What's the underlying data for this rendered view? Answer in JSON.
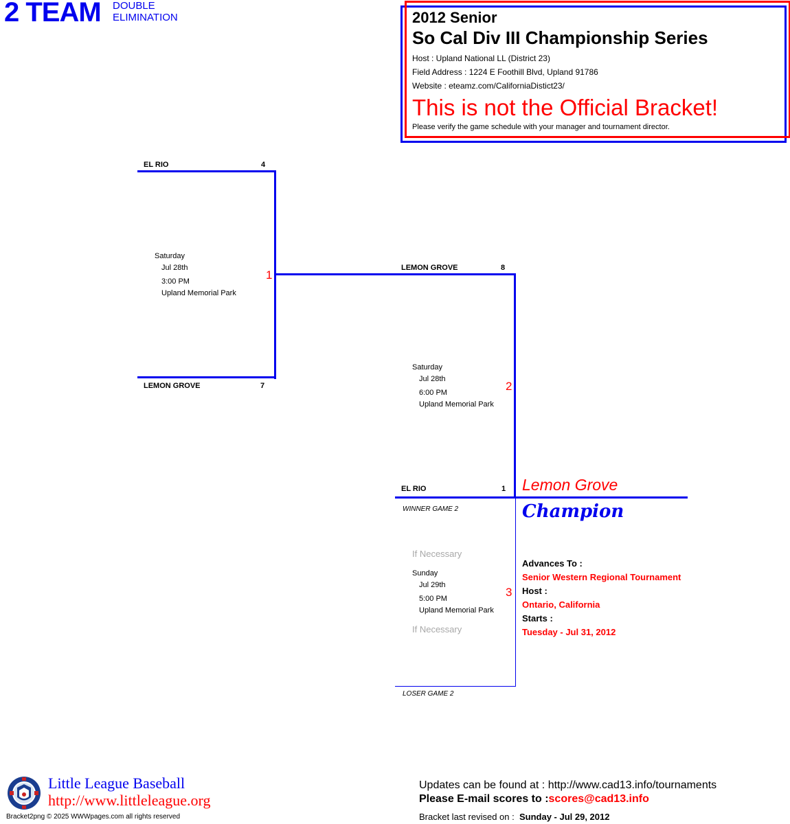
{
  "header": {
    "team_count": "2 TEAM",
    "format_line1": "DOUBLE",
    "format_line2": "ELIMINATION"
  },
  "info_box": {
    "year_division": "2012 Senior",
    "title": "So Cal Div III Championship Series",
    "host": "Host : Upland National LL (District 23)",
    "field_address": "Field Address : 1224 E Foothill Blvd, Upland 91786",
    "website": "Website : eteamz.com/CaliforniaDistict23/",
    "warning": "This is not the Official Bracket!",
    "verify_note": "Please verify the game schedule with your manager and tournament director."
  },
  "games": [
    {
      "number": "1",
      "top_team": "EL RIO",
      "top_score": "4",
      "bottom_team": "LEMON GROVE",
      "bottom_score": "7",
      "day": "Saturday",
      "date": "Jul 28th",
      "time": "3:00 PM",
      "location": "Upland Memorial Park"
    },
    {
      "number": "2",
      "top_team": "LEMON GROVE",
      "top_score": "8",
      "bottom_team": "EL RIO",
      "bottom_score": "1",
      "day": "Saturday",
      "date": "Jul 28th",
      "time": "6:00 PM",
      "location": "Upland Memorial Park"
    },
    {
      "number": "3",
      "top_slot": "WINNER GAME 2",
      "bottom_slot": "LOSER GAME 2",
      "if_necessary": "If Necessary",
      "day": "Sunday",
      "date": "Jul 29th",
      "time": "5:00 PM",
      "location": "Upland Memorial Park"
    }
  ],
  "champion": {
    "team": "Lemon Grove",
    "label": "Champion",
    "advances_label": "Advances To :",
    "advances_value": "Senior Western Regional Tournament",
    "host_label": "Host :",
    "host_value": "Ontario, California",
    "starts_label": "Starts :",
    "starts_value": "Tuesday - Jul 31, 2012"
  },
  "footer": {
    "org_name": "Little League Baseball",
    "org_url": "http://www.littleleague.org",
    "copyright": "Bracket2png © 2025 WWWpages.com all rights reserved",
    "updates": "Updates can be found at : http://www.cad13.info/tournaments",
    "email_label": "Please E-mail scores to :",
    "email": "scores@cad13.info",
    "revised_label": "Bracket last revised on :",
    "revised_date": "Sunday - Jul 29, 2012"
  },
  "colors": {
    "bracket_line": "#0000ee",
    "accent_red": "#ff0000",
    "muted": "#a8a8a8"
  }
}
